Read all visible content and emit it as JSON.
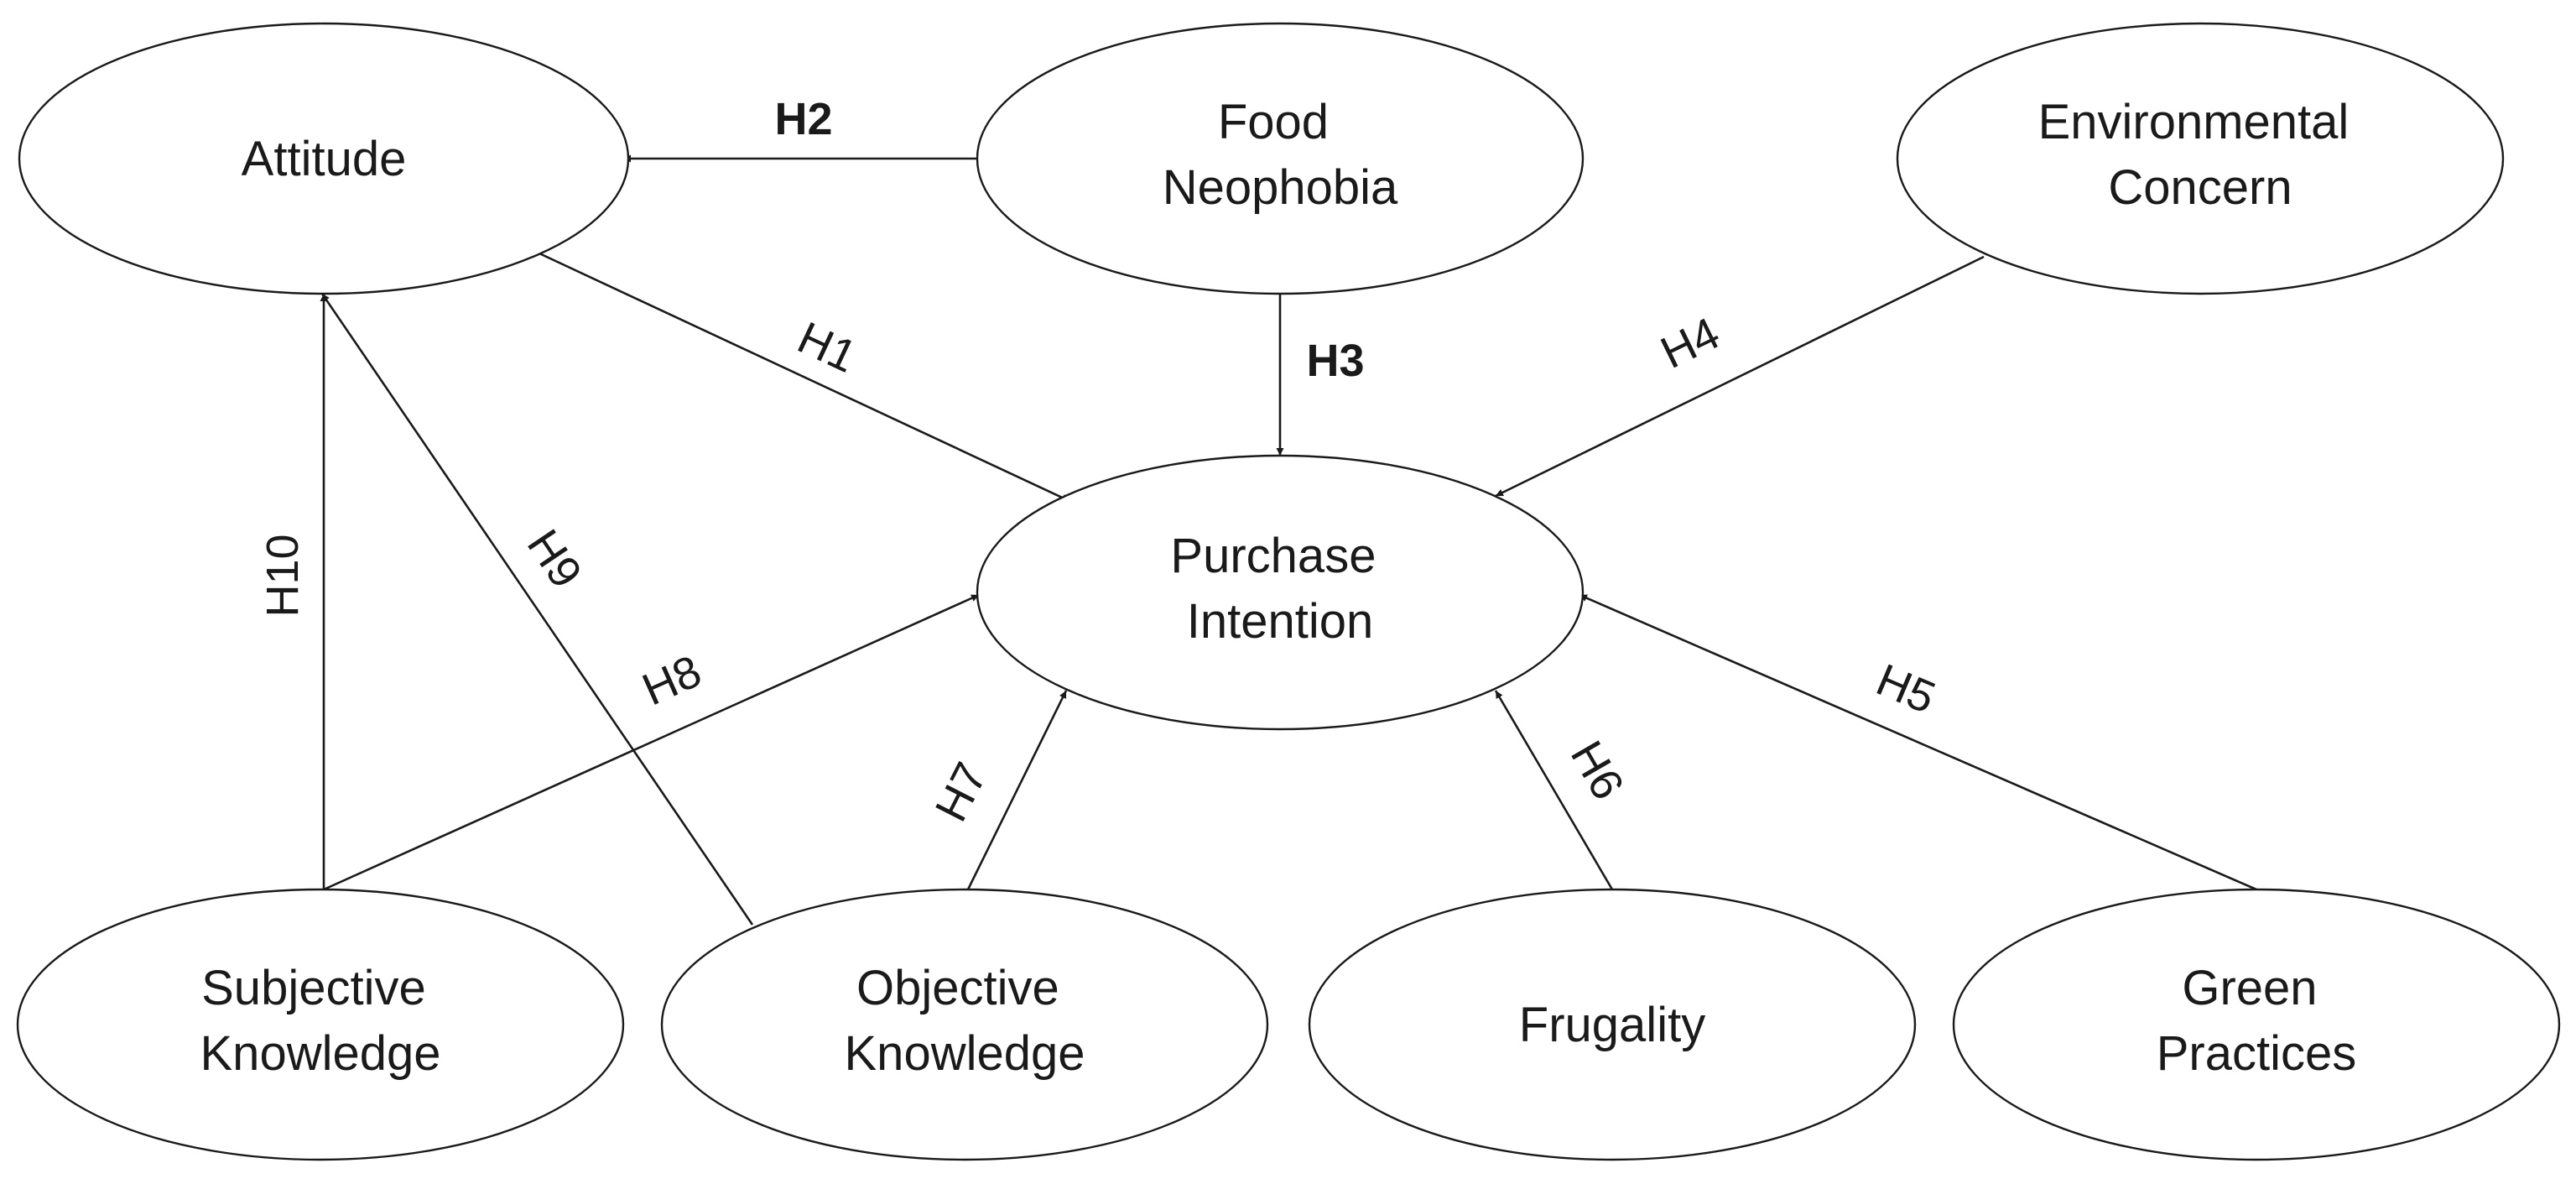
{
  "nodes": {
    "attitude": {
      "lines": [
        "Attitude"
      ]
    },
    "food_neophobia": {
      "lines": [
        "Food",
        "Neophobia"
      ]
    },
    "environmental_concern": {
      "lines": [
        "Environmental",
        "Concern"
      ]
    },
    "purchase_intention": {
      "lines": [
        "Purchase",
        "Intention"
      ]
    },
    "subjective_knowledge": {
      "lines": [
        "Subjective",
        "Knowledge"
      ]
    },
    "objective_knowledge": {
      "lines": [
        "Objective",
        "Knowledge"
      ]
    },
    "frugality": {
      "lines": [
        "Frugality"
      ]
    },
    "green_practices": {
      "lines": [
        "Green",
        "Practices"
      ]
    }
  },
  "edges": {
    "h1": {
      "label": "H1",
      "from": "attitude",
      "to": "purchase_intention"
    },
    "h2": {
      "label": "H2",
      "from": "food_neophobia",
      "to": "attitude"
    },
    "h3": {
      "label": "H3",
      "from": "food_neophobia",
      "to": "purchase_intention"
    },
    "h4": {
      "label": "H4",
      "from": "environmental_concern",
      "to": "purchase_intention"
    },
    "h5": {
      "label": "H5",
      "from": "green_practices",
      "to": "purchase_intention"
    },
    "h6": {
      "label": "H6",
      "from": "frugality",
      "to": "purchase_intention"
    },
    "h7": {
      "label": "H7",
      "from": "objective_knowledge",
      "to": "purchase_intention"
    },
    "h8": {
      "label": "H8",
      "from": "subjective_knowledge",
      "to": "purchase_intention"
    },
    "h9": {
      "label": "H9",
      "from": "objective_knowledge",
      "to": "attitude"
    },
    "h10": {
      "label": "H10",
      "from": "subjective_knowledge",
      "to": "attitude"
    }
  }
}
